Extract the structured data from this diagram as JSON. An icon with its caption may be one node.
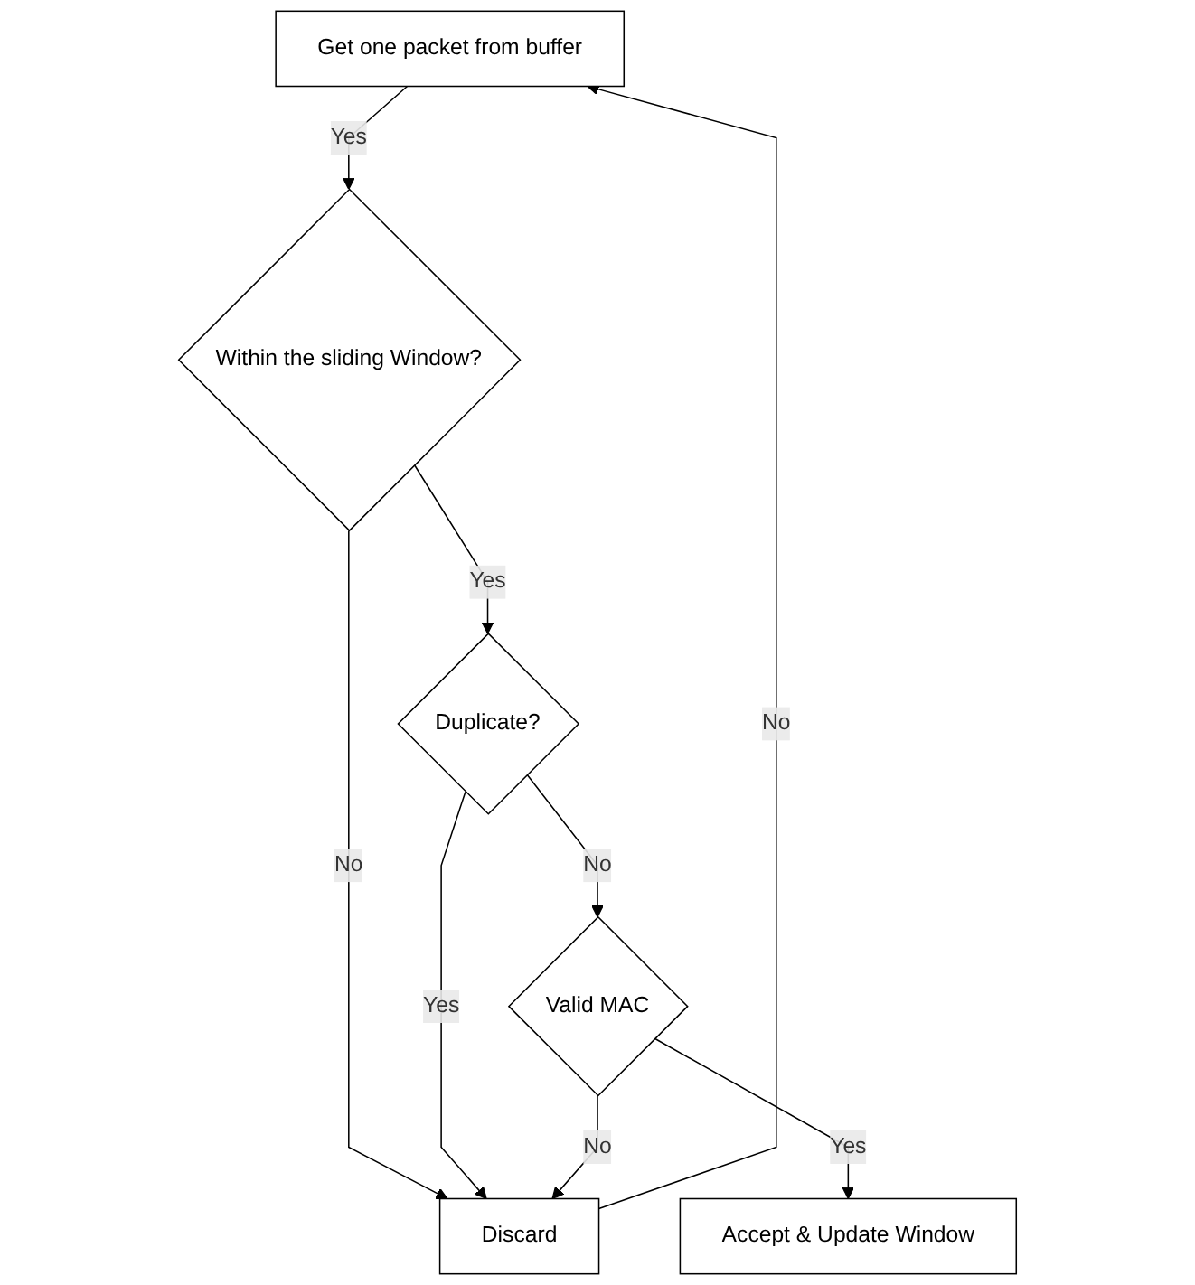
{
  "diagram": {
    "nodes": [
      {
        "text": [
          "Get one packet from buffer"
        ]
      },
      {
        "text": [
          "Within the sliding Window?"
        ]
      },
      {
        "text": [
          "Duplicate?"
        ]
      },
      {
        "text": [
          "Valid MAC"
        ]
      },
      {
        "text": [
          "Accept & Update Window"
        ]
      },
      {
        "text": [
          "Discard"
        ]
      }
    ],
    "edges": [
      {
        "from": 0,
        "to": 1,
        "arrow": "to",
        "label": "Yes"
      },
      {
        "from": 5,
        "to": 0,
        "arrow": "to",
        "label": "No"
      },
      {
        "from": 1,
        "to": 5,
        "arrow": "to",
        "label": "No"
      },
      {
        "from": 1,
        "to": 2,
        "arrow": "to",
        "label": "Yes"
      },
      {
        "from": 2,
        "to": 5,
        "arrow": "to",
        "label": "Yes"
      },
      {
        "from": 2,
        "to": 3,
        "arrow": "to",
        "label": "No"
      },
      {
        "from": 3,
        "to": 5,
        "arrow": "to",
        "label": "No"
      },
      {
        "from": 3,
        "to": 4,
        "arrow": "to",
        "label": "Yes"
      }
    ]
  }
}
